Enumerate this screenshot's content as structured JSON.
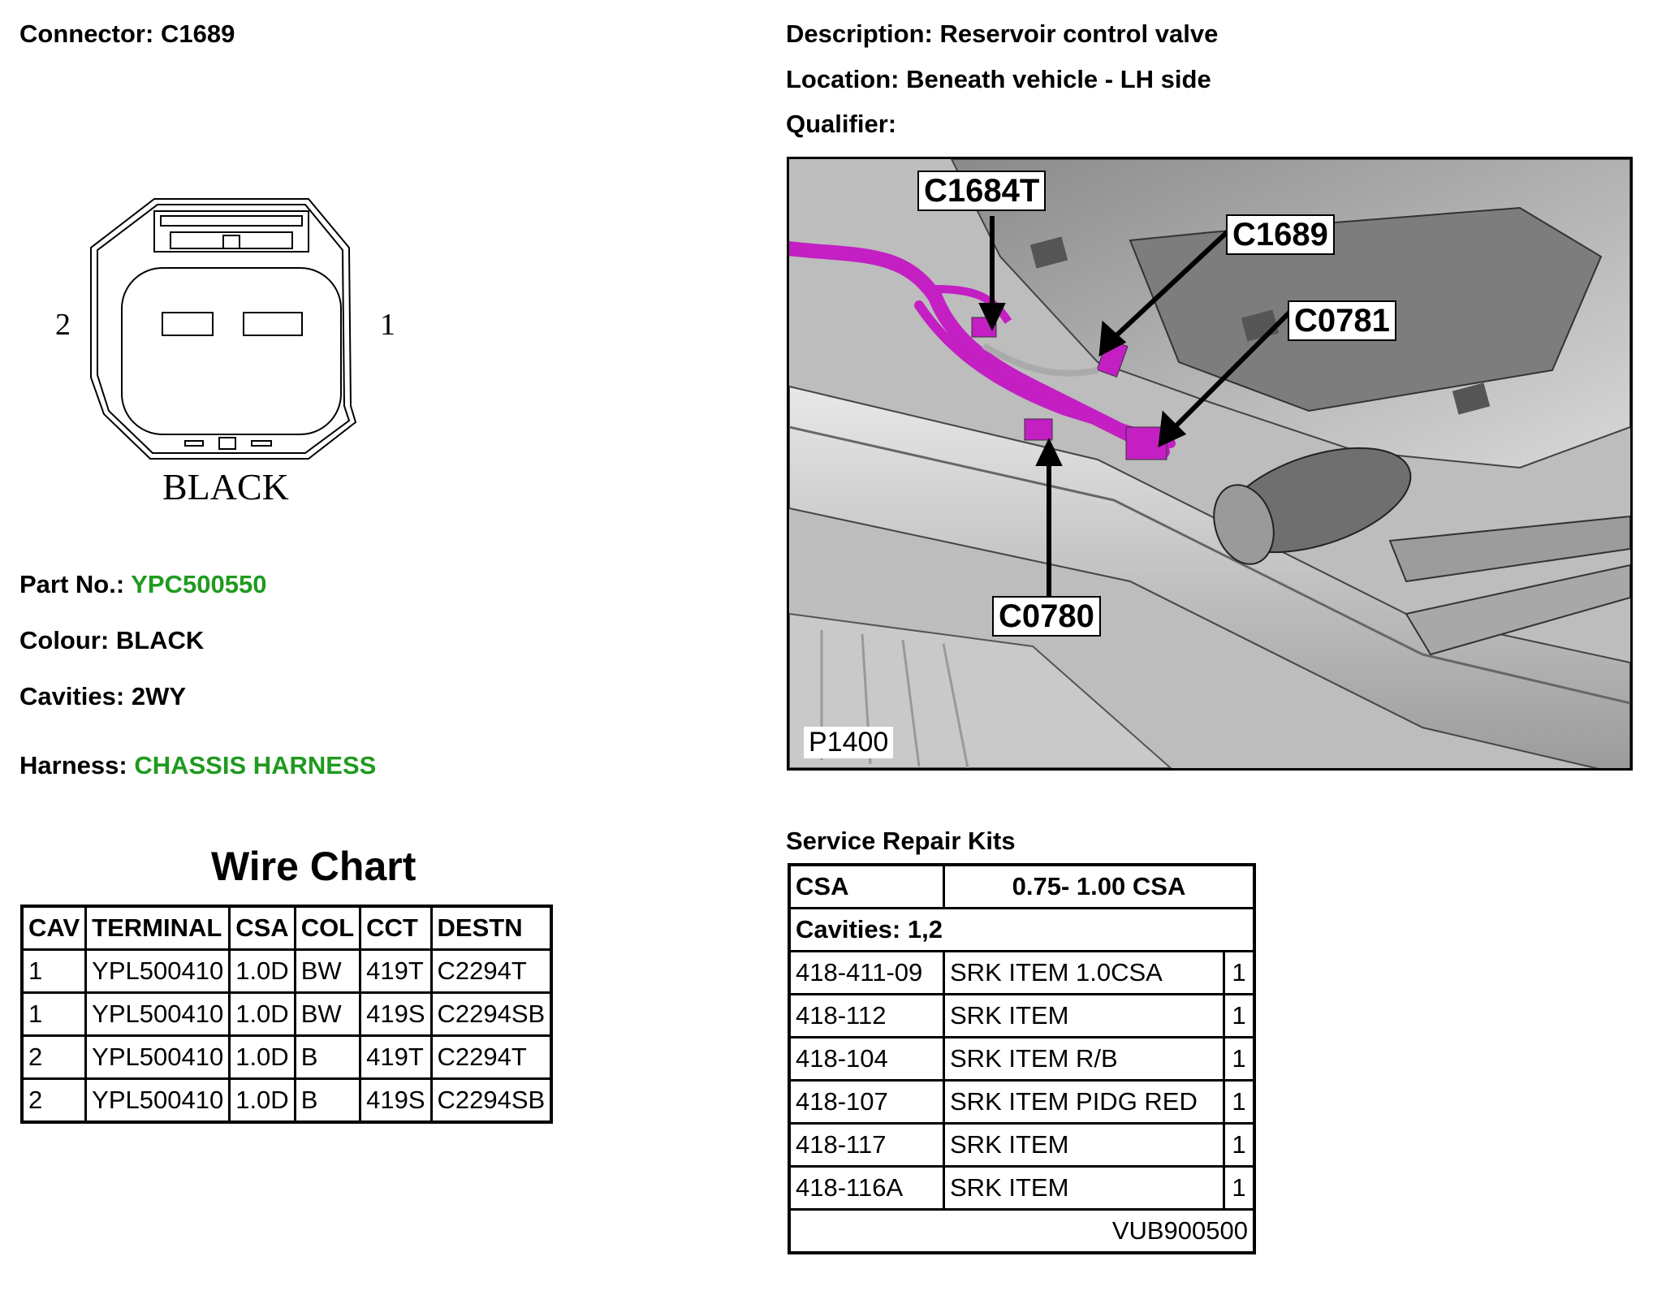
{
  "connector": {
    "label": "Connector:",
    "value": "C1689"
  },
  "description": {
    "label": "Description:",
    "value": "Reservoir control valve"
  },
  "location": {
    "label": "Location:",
    "value": "Beneath vehicle - LH side"
  },
  "qualifier": {
    "label": "Qualifier:",
    "value": ""
  },
  "diagram": {
    "pin_left": "2",
    "pin_right": "1",
    "colour_text": "BLACK"
  },
  "part_no": {
    "label": "Part No.:",
    "value": "YPC500550"
  },
  "colour": {
    "label": "Colour:",
    "value": "BLACK"
  },
  "cavities": {
    "label": "Cavities:",
    "value": "2WY"
  },
  "harness": {
    "label": "Harness:",
    "value": "CHASSIS HARNESS"
  },
  "colors": {
    "link_green": "#1f9a1f",
    "harness_magenta": "#c31fc3"
  },
  "wire_chart": {
    "title": "Wire Chart",
    "headers": [
      "CAV",
      "TERMINAL",
      "CSA",
      "COL",
      "CCT",
      "DESTN"
    ],
    "rows": [
      [
        "1",
        "YPL500410",
        "1.0D",
        "BW",
        "419T",
        "C2294T"
      ],
      [
        "1",
        "YPL500410",
        "1.0D",
        "BW",
        "419S",
        "C2294SB"
      ],
      [
        "2",
        "YPL500410",
        "1.0D",
        "B",
        "419T",
        "C2294T"
      ],
      [
        "2",
        "YPL500410",
        "1.0D",
        "B",
        "419S",
        "C2294SB"
      ]
    ]
  },
  "photo": {
    "callouts": [
      "C1684T",
      "C1689",
      "C0781",
      "C0780"
    ],
    "code": "P1400"
  },
  "srk": {
    "title": "Service Repair Kits",
    "csa_label": "CSA",
    "csa_value": "0.75- 1.00 CSA",
    "cavities": "Cavities: 1,2",
    "rows": [
      [
        "418-411-09",
        "SRK ITEM 1.0CSA",
        "1"
      ],
      [
        "418-112",
        "SRK ITEM",
        "1"
      ],
      [
        "418-104",
        "SRK ITEM R/B",
        "1"
      ],
      [
        "418-107",
        "SRK ITEM PIDG RED",
        "1"
      ],
      [
        "418-117",
        "SRK ITEM",
        "1"
      ],
      [
        "418-116A",
        "SRK ITEM",
        "1"
      ]
    ],
    "footer": "VUB900500"
  }
}
